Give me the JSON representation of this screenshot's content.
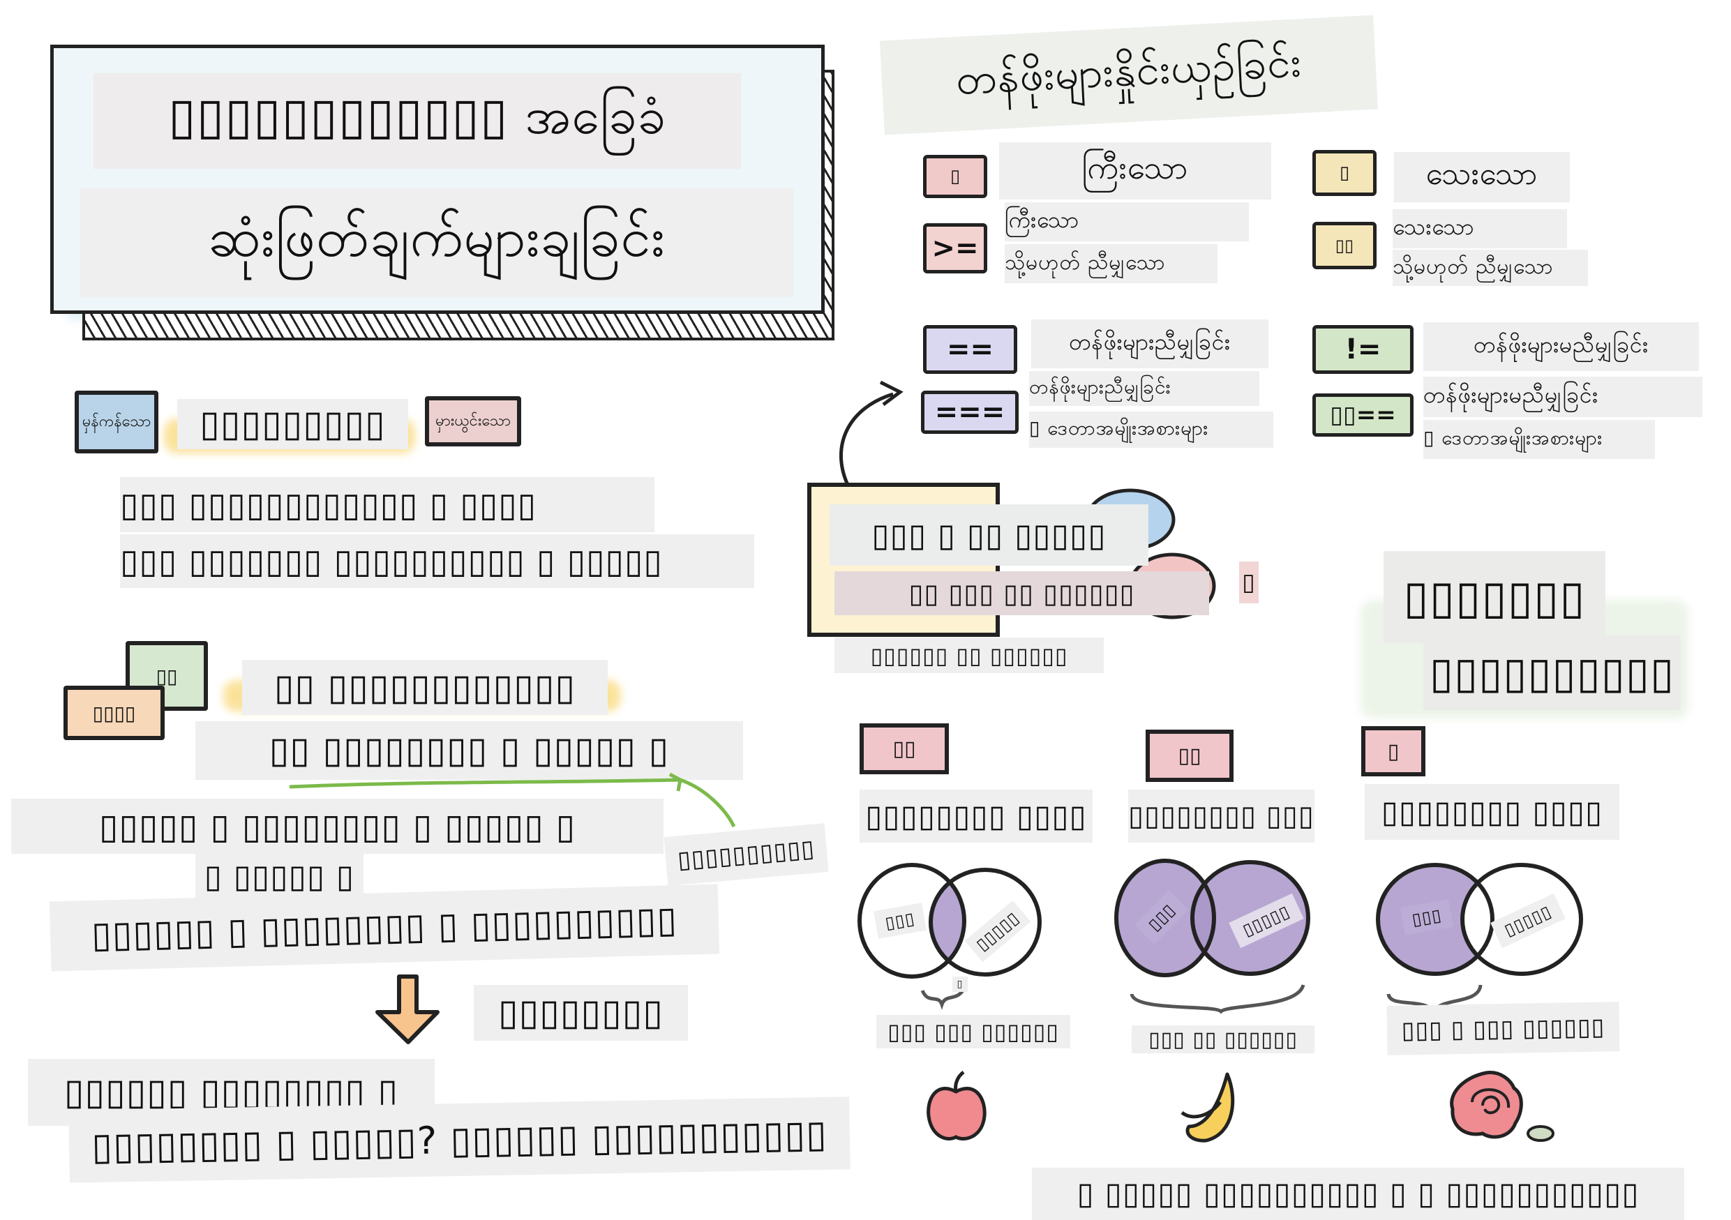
{
  "title": {
    "line1": "▯▯▯▯▯▯▯▯▯▯▯▯ အခြေခံ",
    "line2": "ဆုံးဖြတ်ချက်များချခြင်း"
  },
  "comparison": {
    "heading": "တန်ဖိုးများနှိုင်းယှဉ်ခြင်း",
    "operators": [
      {
        "symbol": "▯",
        "label": "ကြီးသော",
        "color": "#f0c9c9"
      },
      {
        "symbol": ">=",
        "label": "ကြီးသော",
        "sublabel": "သို့မဟုတ် ညီမျှသော",
        "color": "#f3d3d0"
      },
      {
        "symbol": "==",
        "label": "တန်ဖိုးများညီမျှခြင်း",
        "color": "#d9d8f0"
      },
      {
        "symbol": "===",
        "label": "တန်ဖိုးများညီမျှခြင်း",
        "sublabel": "▯ ဒေတာအမျိုးအစားများ",
        "color": "#d9d8f0"
      },
      {
        "symbol": "▯",
        "label": "သေးသော",
        "color": "#f4e6b8"
      },
      {
        "symbol": "▯▯",
        "label": "သေးသော",
        "sublabel": "သို့မဟုတ် ညီမျှသော",
        "color": "#f4e6b8"
      },
      {
        "symbol": "!=",
        "label": "တန်ဖိုးများမညီမျှခြင်း",
        "color": "#d3e6c8"
      },
      {
        "symbol": "▯▯==",
        "label": "တန်ဖိုးများမညီမျှခြင်း",
        "sublabel": "▯ ဒေတာအမျိုးအစားများ",
        "color": "#d3e6c8"
      }
    ]
  },
  "boolean": {
    "bubble_left": "မှန်ကန်သော",
    "bubble_right": "မှားယွင်းသော",
    "heading": "▯▯▯▯▯▯▯▯▯",
    "line1": "▯▯▯ ▯▯▯▯▯▯▯▯▯▯▯▯ ▯ ▯▯▯▯",
    "line2": "▯▯▯ ▯▯▯▯▯▯▯ ▯▯▯▯▯▯▯▯▯▯ ▯ ▯▯▯▯▯"
  },
  "ifelse": {
    "bubble_green": "▯▯",
    "bubble_orange": "▯▯▯▯",
    "heading": "▯▯ ▯▯▯▯▯▯▯▯▯▯▯▯",
    "line1": "▯▯ ▯▯▯▯▯▯▯▯ ▯ ▯▯▯▯▯ ▯",
    "line2": "▯▯▯▯▯ ▯ ▯▯▯▯▯▯▯▯ ▯ ▯▯▯▯▯ ▯",
    "line3": "▯ ▯▯▯▯▯ ▯",
    "side_note": "▯▯▯▯▯▯▯▯▯▯",
    "line4": "▯▯▯▯▯▯ ▯ ▯▯▯▯▯▯▯▯ ▯ ▯▯▯▯▯▯▯▯▯▯",
    "arrow_label": "▯▯▯▯▯▯▯▯",
    "line5": "▯▯▯▯▯▯ ▯▯▯▯▯▯▯▯ ▯",
    "line6": "▯▯▯▯▯▯▯▯ ▯ ▯▯▯▯▯? ▯▯▯▯▯▯ ▯▯▯▯▯▯▯▯▯▯▯"
  },
  "ternary": {
    "option1": "▯▯▯ ▯ ▯▯ ▯▯▯▯▯",
    "option2": "▯▯ ▯▯▯ ▯▯ ▯▯▯▯▯▯",
    "exclaim": "▯",
    "caption": "▯▯▯▯▯▯ ▯▯ ▯▯▯▯▯▯"
  },
  "logical": {
    "heading1": "▯▯▯▯▯▯▯",
    "heading2": "▯▯▯▯▯▯▯▯▯▯",
    "operators": [
      {
        "symbol": "▯▯",
        "label": "▯▯▯▯▯▯▯▯ ▯▯▯▯",
        "venn_a": "▯▯▯",
        "venn_b": "▯▯▯▯▯",
        "venn_note": "▯",
        "result": "▯▯▯ ▯▯▯ ▯▯▯▯▯▯",
        "icon": "apple-icon",
        "shading": "intersection"
      },
      {
        "symbol": "▯▯",
        "label": "▯▯▯▯▯▯▯▯ ▯▯▯",
        "venn_a": "▯▯▯",
        "venn_b": "▯▯▯▯▯",
        "result": "▯▯▯ ▯▯ ▯▯▯▯▯▯",
        "icon": "banana-icon",
        "shading": "union"
      },
      {
        "symbol": "▯",
        "label": "▯▯▯▯▯▯▯▯ ▯▯▯▯",
        "venn_a": "▯▯▯",
        "venn_b": "▯▯▯▯▯",
        "result": "▯▯▯ ▯ ▯▯▯ ▯▯▯▯▯▯",
        "icon": "rose-icon",
        "shading": "left-only"
      }
    ],
    "footer": "▯ ▯▯▯▯▯ ▯▯▯▯▯▯▯▯▯▯ ▯ ▯ ▯▯▯▯▯▯▯▯▯▯▯"
  },
  "colors": {
    "venn": "#a996c9",
    "label_bg": "#efefef",
    "accent_green": "#7cba4a",
    "accent_yellow": "#f7cf55"
  }
}
